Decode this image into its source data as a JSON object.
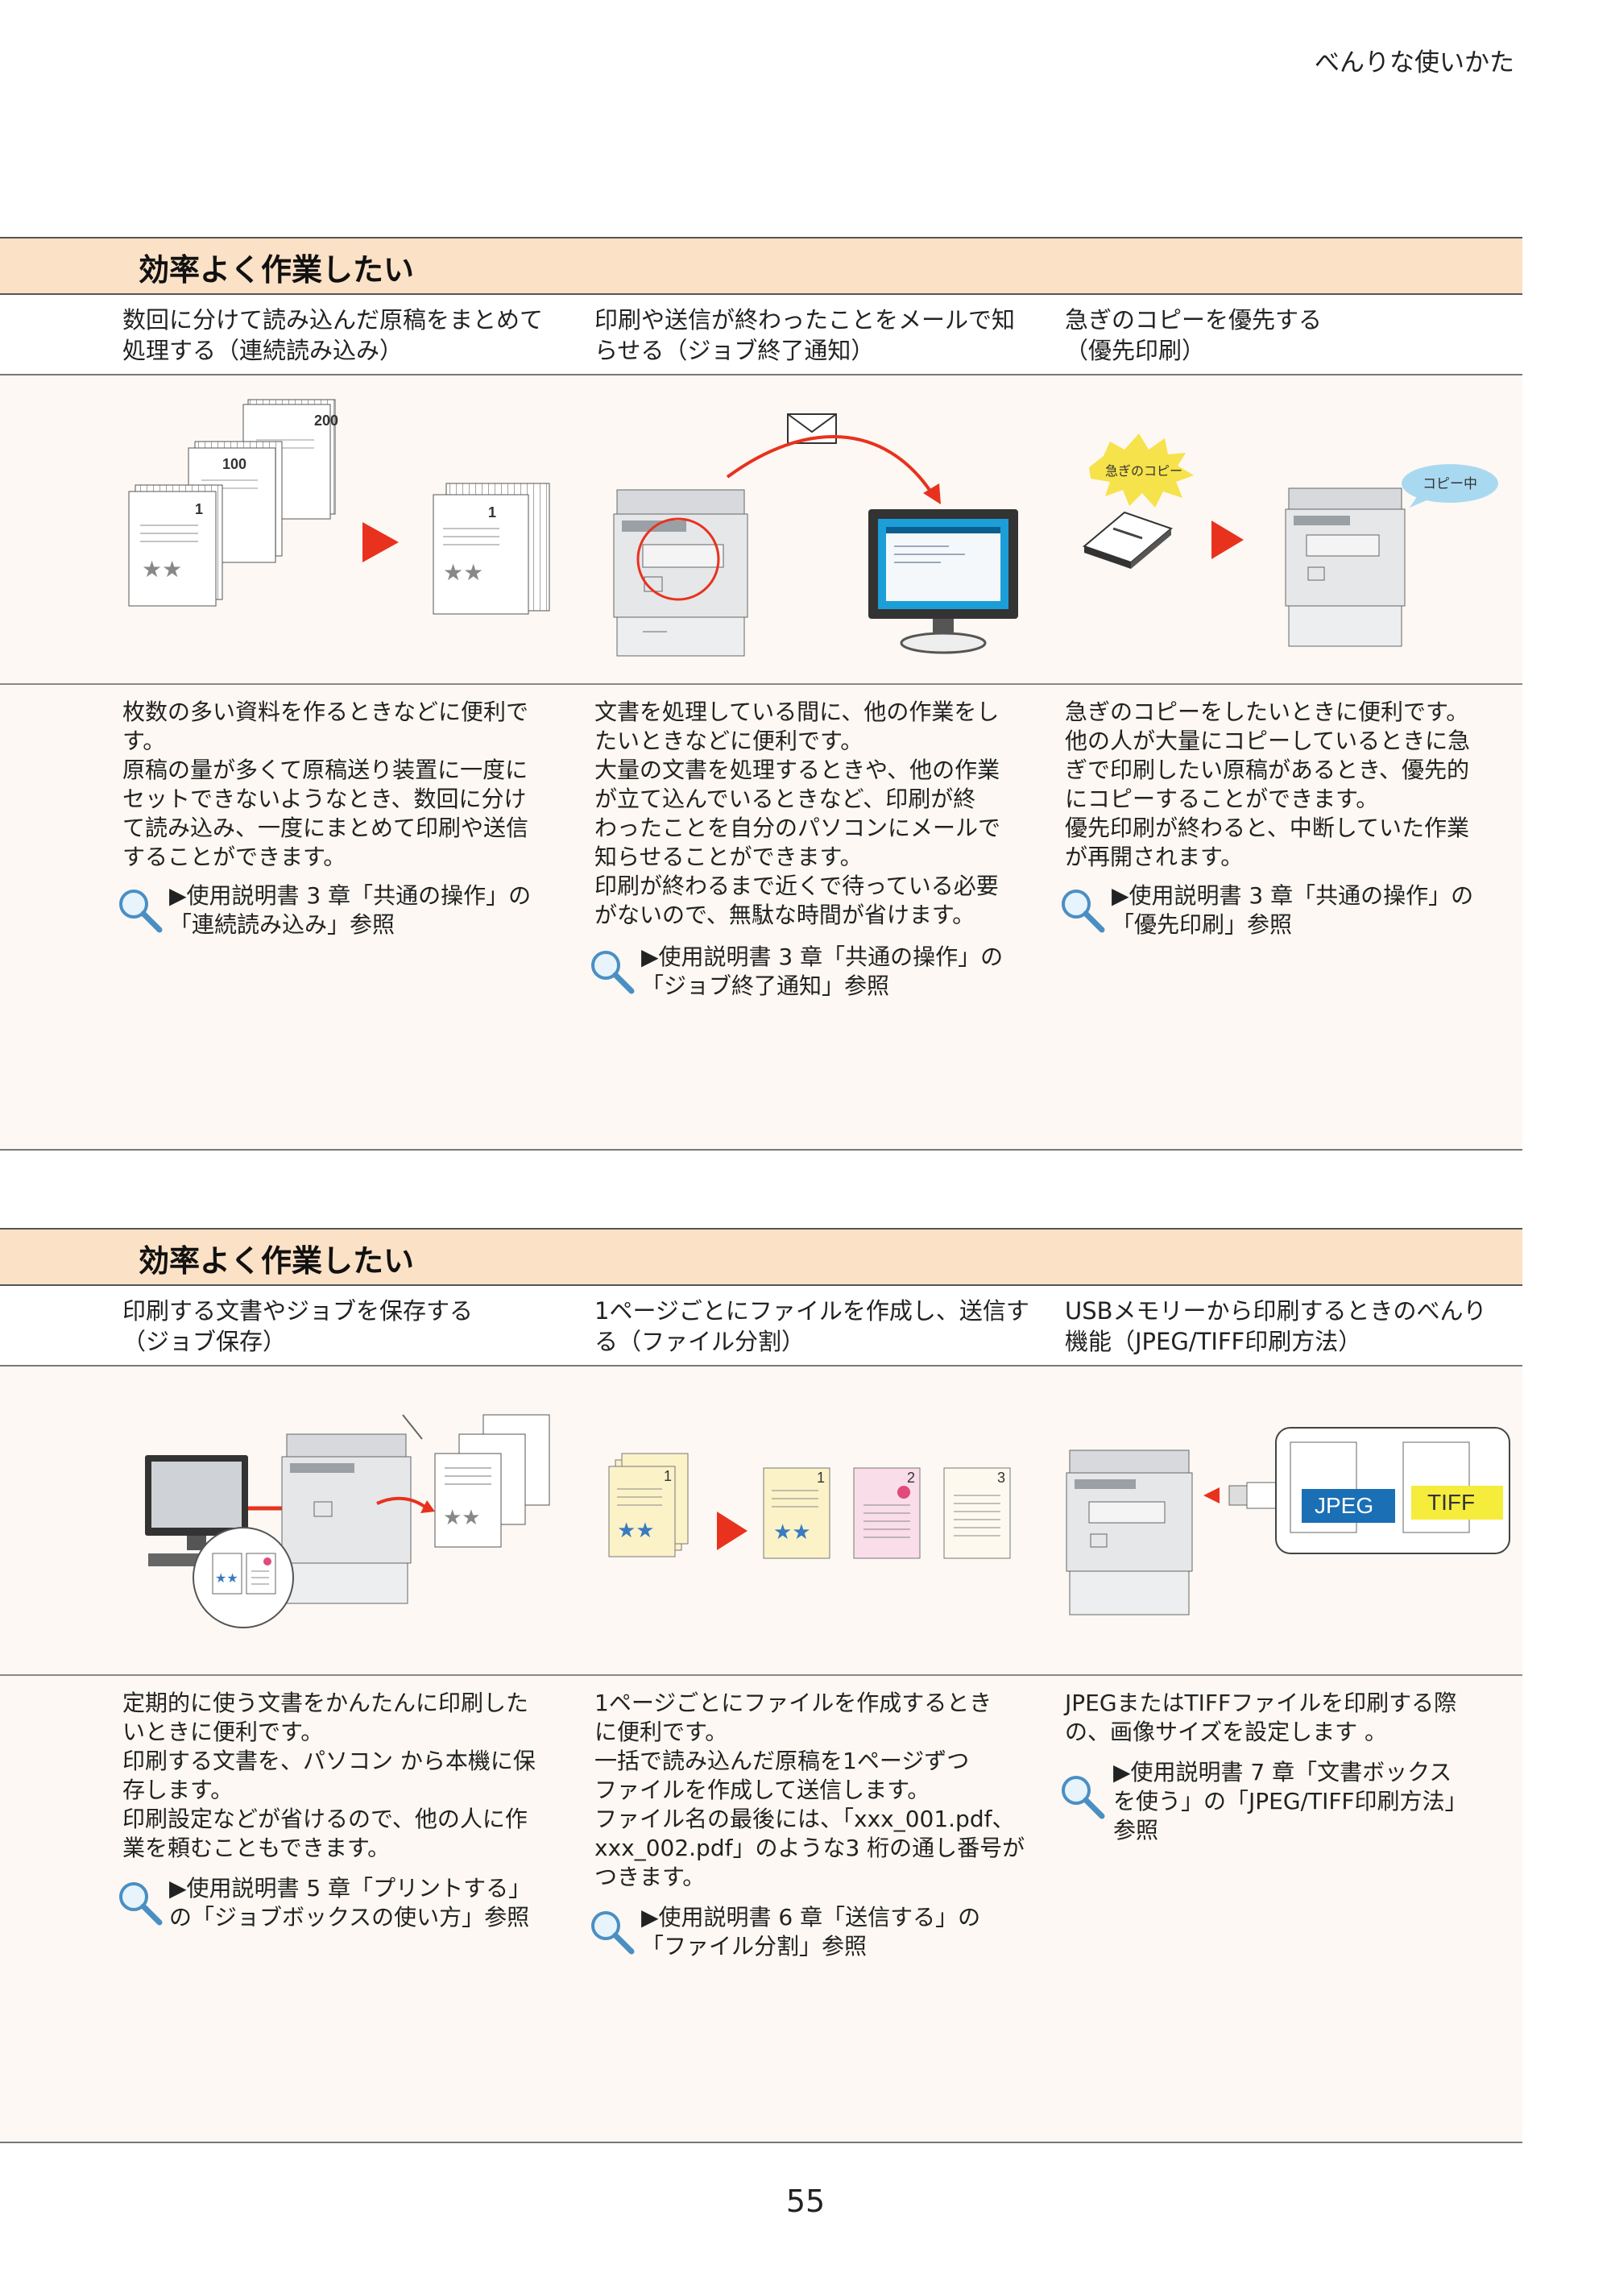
{
  "header": {
    "chapter_label": "べんりな使いかた"
  },
  "sections": [
    {
      "title": "効率よく作業したい",
      "topics": [
        "数回に分けて読み込んだ原稿をまとめて\n処理する（連続読み込み）",
        "印刷や送信が終わったことをメールで知\nらせる（ジョブ終了通知）",
        "急ぎのコピーを優先する\n（優先印刷）"
      ],
      "illustrations": {
        "stack_labels": [
          "200",
          "100",
          "1",
          "1"
        ],
        "burst_label": "急ぎのコピー",
        "bubble_label": "コピー中"
      },
      "descriptions": [
        "枚数の多い資料を作るときなどに便利で\nす。\n原稿の量が多くて原稿送り装置に一度に\nセットできないようなとき、数回に分け\nて読み込み、一度にまとめて印刷や送信\nすることができます。",
        "文書を処理している間に、他の作業をし\nたいときなどに便利です。\n大量の文書を処理するときや、他の作業\nが立て込んでいるときなど、印刷が終\nわったことを自分のパソコンにメールで\n知らせることができます。\n印刷が終わるまで近くで待っている必要\nがないので、無駄な時間が省けます。",
        "急ぎのコピーをしたいときに便利です。\n他の人が大量にコピーしているときに急\nぎで印刷したい原稿があるとき、優先的\nにコピーすることができます。\n優先印刷が終わると、中断していた作業\nが再開されます。"
      ],
      "references": [
        "▶使用説明書 3 章「共通の操作」の\n「連続読み込み」参照",
        "▶使用説明書 3 章「共通の操作」の\n「ジョブ終了通知」参照",
        "▶使用説明書 3 章「共通の操作」の\n「優先印刷」参照"
      ]
    },
    {
      "title": "効率よく作業したい",
      "topics": [
        "印刷する文書やジョブを保存する\n（ジョブ保存）",
        "1ページごとにファイルを作成し、送信す\nる（ファイル分割）",
        "USBメモリーから印刷するときのべんり\n機能（JPEG/TIFF印刷方法）"
      ],
      "illustrations": {
        "page_numbers": [
          "1",
          "1",
          "2",
          "3"
        ],
        "jpeg_label": "JPEG",
        "tiff_label": "TIFF"
      },
      "descriptions": [
        "定期的に使う文書をかんたんに印刷した\nいときに便利です。\n印刷する文書を、パソコン から本機に保\n存します。\n印刷設定などが省けるので、他の人に作\n業を頼むこともできます。",
        "1ページごとにファイルを作成するとき\nに便利です。\n一括で読み込んだ原稿を1ページずつ\nファイルを作成して送信します。\nファイル名の最後には、「xxx_001.pdf、\nxxx_002.pdf」のような3 桁の通し番号が\nつきます。",
        "JPEGまたはTIFFファイルを印刷する際\nの、画像サイズを設定します 。"
      ],
      "references": [
        "▶使用説明書 5 章「プリントする」\nの「ジョブボックスの使い方」参照",
        "▶使用説明書 6 章「送信する」の\n「ファイル分割」参照",
        "▶使用説明書 7 章「文書ボックス\nを使う」の「JPEG/TIFF印刷方法」\n参照"
      ]
    }
  ],
  "page_number": "55",
  "colors": {
    "title_bar": "#fbe1c6",
    "section_bg": "#fdf8f3",
    "arrow_red": "#e8321e",
    "burst_yellow": "#f6e24a",
    "bubble_blue": "#a9d9f1",
    "jpeg_blue": "#1a6fb5",
    "tiff_yellow": "#f6ec3c"
  }
}
